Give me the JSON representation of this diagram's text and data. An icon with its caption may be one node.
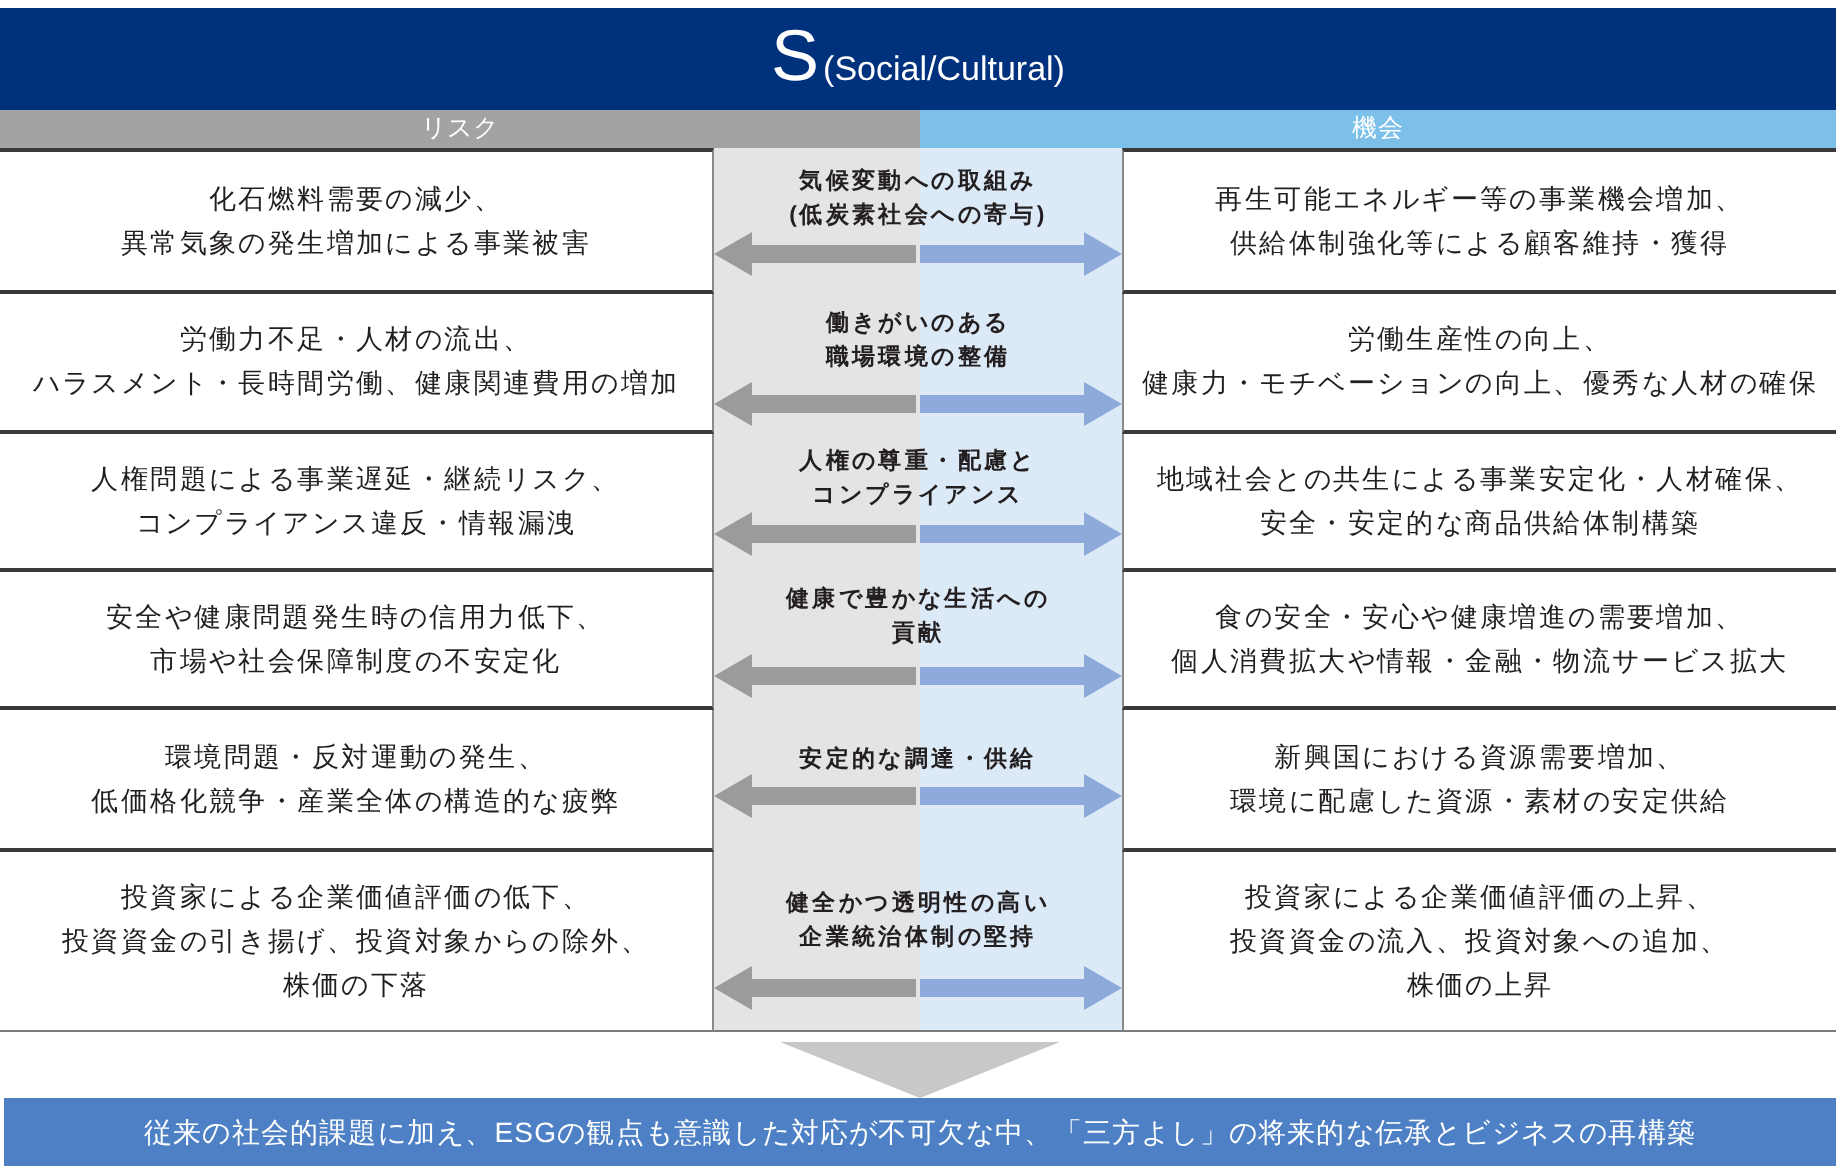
{
  "diagram": {
    "nodes": [
      {
        "text": [
          "S",
          "(Social/Cultural)"
        ]
      },
      {
        "text": [
          "リスク"
        ]
      },
      {
        "text": [
          "機会"
        ]
      },
      {
        "text": [
          "化石燃料需要の減少、異常気象の発生増加による事業被害"
        ]
      },
      {
        "text": [
          "気候変動への取組み(低炭素社会への寄与)"
        ]
      },
      {
        "text": [
          "再生可能エネルギー等の事業機会増加、供給体制強化等による顧客維持・獲得"
        ]
      },
      {
        "text": [
          "労働力不足・人材の流出、ハラスメント・長時間労働、健康関連費用の増加"
        ]
      },
      {
        "text": [
          "働きがいのある職場環境の整備"
        ]
      },
      {
        "text": [
          "労働生産性の向上、健康力・モチベーションの向上、優秀な人材の確保"
        ]
      },
      {
        "text": [
          "人権問題による事業遅延・継続リスク、コンプライアンス違反・情報漏洩"
        ]
      },
      {
        "text": [
          "人権の尊重・配慮とコンプライアンス"
        ]
      },
      {
        "text": [
          "地域社会との共生による事業安定化・人材確保、安全・安定的な商品供給体制構築"
        ]
      },
      {
        "text": [
          "安全や健康問題発生時の信用力低下、市場や社会保障制度の不安定化"
        ]
      },
      {
        "text": [
          "健康で豊かな生活への貢献"
        ]
      },
      {
        "text": [
          "食の安全・安心や健康増進の需要増加、個人消費拡大や情報・金融・物流サービス拡大"
        ]
      },
      {
        "text": [
          "環境問題・反対運動の発生、低価格化競争・産業全体の構造的な疲弊"
        ]
      },
      {
        "text": [
          "安定的な調達・供給"
        ]
      },
      {
        "text": [
          "新興国における資源需要増加、環境に配慮した資源・素材の安定供給"
        ]
      },
      {
        "text": [
          "投資家による企業価値評価の低下、投資資金の引き揚げ、投資対象からの除外、株価の下落"
        ]
      },
      {
        "text": [
          "健全かつ透明性の高い企業統治体制の堅持"
        ]
      },
      {
        "text": [
          "投資家による企業価値評価の上昇、投資資金の流入、投資対象への追加、株価の上昇"
        ]
      },
      {
        "text": [
          "従来の社会的課題に加え、ESGの観点も意識した対応が不可欠な中、「三方よし」の将来的な伝承とビジネスの再構築"
        ]
      }
    ],
    "edges": [
      {
        "from": 4,
        "to": 3,
        "arrow": "to",
        "style": "thick",
        "color": "#9b9b9b"
      },
      {
        "from": 4,
        "to": 5,
        "arrow": "to",
        "style": "thick",
        "color": "#8eaadb"
      },
      {
        "from": 7,
        "to": 6,
        "arrow": "to",
        "style": "thick",
        "color": "#9b9b9b"
      },
      {
        "from": 7,
        "to": 8,
        "arrow": "to",
        "style": "thick",
        "color": "#8eaadb"
      },
      {
        "from": 10,
        "to": 9,
        "arrow": "to",
        "style": "thick",
        "color": "#9b9b9b"
      },
      {
        "from": 10,
        "to": 11,
        "arrow": "to",
        "style": "thick",
        "color": "#8eaadb"
      },
      {
        "from": 13,
        "to": 12,
        "arrow": "to",
        "style": "thick",
        "color": "#9b9b9b"
      },
      {
        "from": 13,
        "to": 14,
        "arrow": "to",
        "style": "thick",
        "color": "#8eaadb"
      },
      {
        "from": 16,
        "to": 15,
        "arrow": "to",
        "style": "thick",
        "color": "#9b9b9b"
      },
      {
        "from": 16,
        "to": 17,
        "arrow": "to",
        "style": "thick",
        "color": "#8eaadb"
      },
      {
        "from": 19,
        "to": 18,
        "arrow": "to",
        "style": "thick",
        "color": "#9b9b9b"
      },
      {
        "from": 19,
        "to": 20,
        "arrow": "to",
        "style": "thick",
        "color": "#8eaadb"
      },
      {
        "from": null,
        "to": 21,
        "arrow": "to",
        "color": "#c8c8c8"
      }
    ]
  }
}
